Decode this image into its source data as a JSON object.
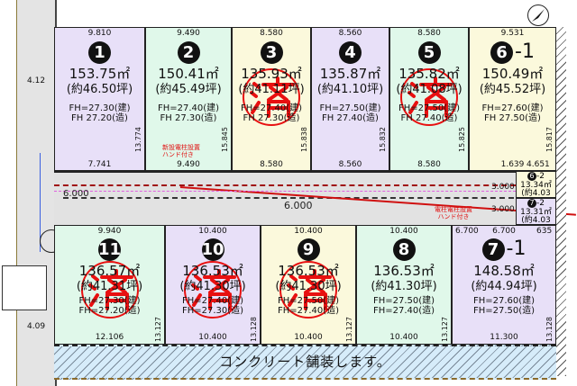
{
  "concrete_label": "コンクリート舗装します。",
  "road": {
    "width_label": "6.000",
    "width_left_label": "6.000",
    "corner_cut": "3.000"
  },
  "sidewalk_dims": [
    "4.12",
    "4.09"
  ],
  "notes": {
    "pole_note_1": "新設電柱設置",
    "pole_note_2": "ハンド付き",
    "pole_note_right_1": "電柱電柱設置",
    "pole_note_right_2": "ハンド付き"
  },
  "right_dims": [
    "3.000",
    "3.000",
    "6.700",
    "635"
  ],
  "sold_mark": "済",
  "lots": [
    {
      "id": "1",
      "num": "1",
      "suffix": "",
      "area": "153.75㎡",
      "tsubo": "(約46.50坪)",
      "fh1": "FH=27.30(建)",
      "fh2": "FH 27.20(造)",
      "top_dim": "9.810",
      "bottom_dim": "7.741",
      "side_dim": "13.774",
      "sold": false,
      "color": "#e8e0f8"
    },
    {
      "id": "2",
      "num": "2",
      "suffix": "",
      "area": "150.41㎡",
      "tsubo": "(約45.49坪)",
      "fh1": "FH=27.40(建)",
      "fh2": "FH 27.30(造)",
      "top_dim": "9.490",
      "bottom_dim": "9.490",
      "side_dim": "15.845",
      "sold": false,
      "color": "#e0f8ea"
    },
    {
      "id": "3",
      "num": "3",
      "suffix": "",
      "area": "135.93㎡",
      "tsubo": "(約41.11坪)",
      "fh1": "FH=27.40(建)",
      "fh2": "FH 27.30(造)",
      "top_dim": "8.580",
      "bottom_dim": "8.580",
      "side_dim": "15.838",
      "sold": true,
      "color": "#fbf9dc"
    },
    {
      "id": "4",
      "num": "4",
      "suffix": "",
      "area": "135.87㎡",
      "tsubo": "(約41.10坪)",
      "fh1": "FH=27.50(建)",
      "fh2": "FH 27.40(造)",
      "top_dim": "8.560",
      "bottom_dim": "8.560",
      "side_dim": "15.832",
      "sold": false,
      "color": "#e8e0f8"
    },
    {
      "id": "5",
      "num": "5",
      "suffix": "",
      "area": "135.82㎡",
      "tsubo": "(約41.08坪)",
      "fh1": "FH=27.50(建)",
      "fh2": "FH 27.40(造)",
      "top_dim": "8.580",
      "bottom_dim": "8.580",
      "side_dim": "15.825",
      "sold": true,
      "color": "#e0f8ea"
    },
    {
      "id": "6-1",
      "num": "6",
      "suffix": "-1",
      "area": "150.49㎡",
      "tsubo": "(約45.52坪)",
      "fh1": "FH=27.60(建)",
      "fh2": "FH 27.50(造)",
      "top_dim": "9.531",
      "bottom_dim": "1.639",
      "side_dim": "15.817",
      "sold": false,
      "color": "#fbf9dc"
    },
    {
      "id": "11",
      "num": "11",
      "suffix": "",
      "area": "136.57㎡",
      "tsubo": "(約41.31坪)",
      "fh1": "FH=27.30(建)",
      "fh2": "FH=27.20(造)",
      "top_dim": "9.940",
      "bottom_dim": "12.106",
      "side_dim": "13.127",
      "sold": true,
      "color": "#e0f8ea"
    },
    {
      "id": "10",
      "num": "10",
      "suffix": "",
      "area": "136.53㎡",
      "tsubo": "(約41.30坪)",
      "fh1": "FH=27.40(建)",
      "fh2": "FH=27.30(造)",
      "top_dim": "10.400",
      "bottom_dim": "10.400",
      "side_dim": "13.128",
      "sold": true,
      "color": "#e8e0f8"
    },
    {
      "id": "9",
      "num": "9",
      "suffix": "",
      "area": "136.53㎡",
      "tsubo": "(約41.30坪)",
      "fh1": "FH=27.50(建)",
      "fh2": "FH=27.40(造)",
      "top_dim": "10.400",
      "bottom_dim": "10.400",
      "side_dim": "13.127",
      "sold": true,
      "color": "#fbf9dc"
    },
    {
      "id": "8",
      "num": "8",
      "suffix": "",
      "area": "136.53㎡",
      "tsubo": "(約41.30坪)",
      "fh1": "FH=27.50(建)",
      "fh2": "FH=27.40(造)",
      "top_dim": "10.400",
      "bottom_dim": "10.400",
      "side_dim": "13.127",
      "sold": false,
      "color": "#e0f8ea"
    },
    {
      "id": "7-1",
      "num": "7",
      "suffix": "-1",
      "area": "148.58㎡",
      "tsubo": "(約44.94坪)",
      "fh1": "FH=27.60(建)",
      "fh2": "FH=27.50(造)",
      "top_dim": "6.700",
      "bottom_dim": "11.300",
      "side_dim": "13.128",
      "sold": false,
      "color": "#e8e0f8"
    }
  ],
  "small_lots": [
    {
      "id": "6-2",
      "num": "6",
      "suffix": "-2",
      "area": "13.34㎡",
      "tsubo": "(約4.03坪)",
      "top_dim": "4.651"
    },
    {
      "id": "7-2",
      "num": "7",
      "suffix": "-2",
      "area": "13.31㎡",
      "tsubo": "(約4.03坪)"
    }
  ]
}
